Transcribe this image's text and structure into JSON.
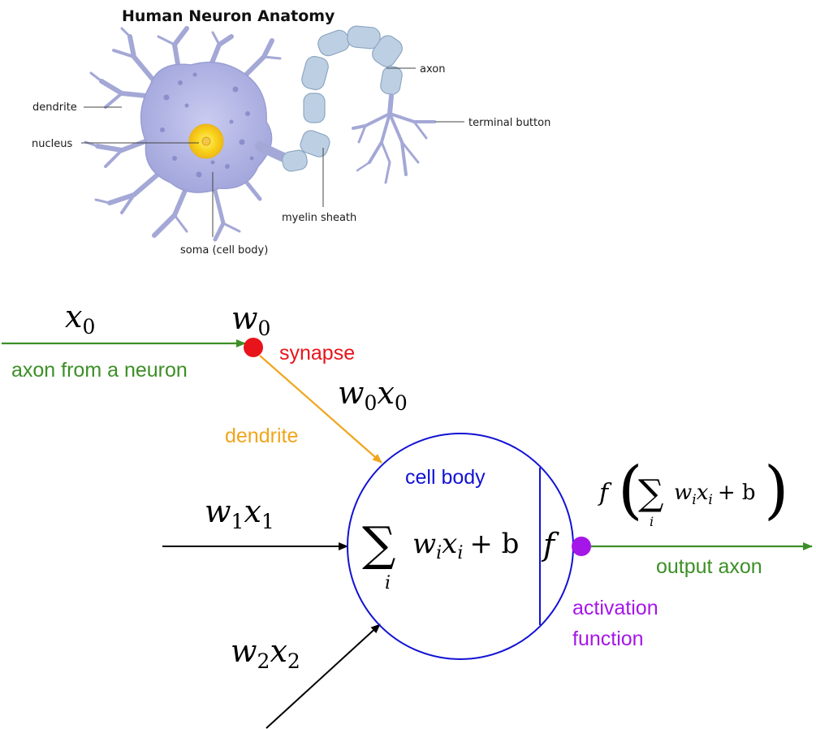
{
  "anatomy": {
    "title": "Human Neuron Anatomy",
    "labels": {
      "dendrite": "dendrite",
      "nucleus": "nucleus",
      "soma": "soma (cell body)",
      "myelin": "myelin sheath",
      "axon": "axon",
      "terminal": "terminal button"
    }
  },
  "model": {
    "x0": "x",
    "x0_sub": "0",
    "w0": "w",
    "w0_sub": "0",
    "w0x0": {
      "w": "w",
      "w_sub": "0",
      "x": "x",
      "x_sub": "0"
    },
    "w1x1": {
      "w": "w",
      "w_sub": "1",
      "x": "x",
      "x_sub": "1"
    },
    "w2x2": {
      "w": "w",
      "w_sub": "2",
      "x": "x",
      "x_sub": "2"
    },
    "synapse": "synapse",
    "axon_from": "axon from a neuron",
    "dendrite": "dendrite",
    "cell_body": "cell body",
    "sum_sym": "∑",
    "sum_index": "i",
    "sum_term": {
      "w": "w",
      "w_sub": "i",
      "x": "x",
      "x_sub": "i",
      "plus": "+ b"
    },
    "f": "f",
    "output_formula": {
      "f": "f",
      "lparen": "(",
      "rparen": ")",
      "w": "w",
      "w_sub": "i",
      "x": "x",
      "x_sub": "i",
      "plus": "+ b"
    },
    "output_axon": "output axon",
    "activation": "activation",
    "function": "function",
    "colors": {
      "green": "#3c8f26",
      "red": "#e8141b",
      "orange": "#f1a51c",
      "blue": "#1212d4",
      "purple": "#a516e8",
      "neuron": "#a9acde",
      "nucleus": "#f8d21a",
      "myelin": "#b9cde1"
    }
  }
}
